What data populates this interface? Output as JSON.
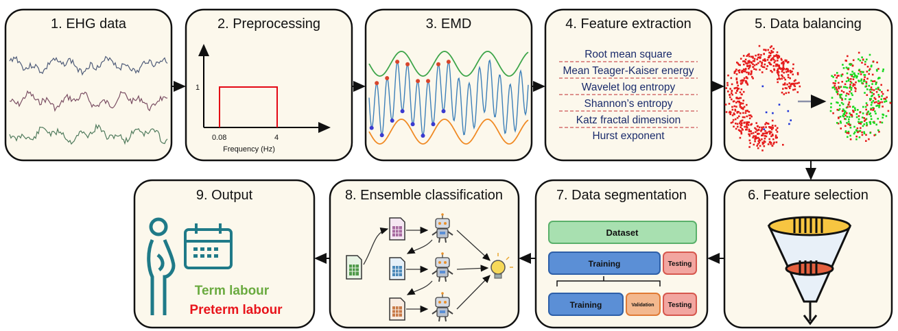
{
  "steps": [
    {
      "title": "1. EHG data"
    },
    {
      "title": "2. Preprocessing"
    },
    {
      "title": "3. EMD"
    },
    {
      "title": "4. Feature extraction"
    },
    {
      "title": "5. Data balancing"
    },
    {
      "title": "6. Feature selection"
    },
    {
      "title": "7. Data segmentation"
    },
    {
      "title": "8. Ensemble classification"
    },
    {
      "title": "9. Output"
    }
  ],
  "preprocessing": {
    "y_tick": "1",
    "x_tick_low": "0.08",
    "x_tick_high": "4",
    "x_label": "Frequency (Hz)"
  },
  "features": [
    "Root mean square",
    "Mean Teager-Kaiser energy",
    "Wavelet log entropy",
    "Shannon’s entropy",
    "Katz fractal dimension",
    "Hurst exponent"
  ],
  "segmentation": {
    "dataset": "Dataset",
    "training": "Training",
    "testing": "Testing",
    "validation": "Validation"
  },
  "output": {
    "term": "Term labour",
    "preterm": "Preterm labour"
  },
  "colors": {
    "box_fill": "#fcf8ec",
    "feature_text": "#1a2b6b",
    "term": "#6aaa3f",
    "preterm": "#e8141b",
    "dataset": "#a8e0b0",
    "training": "#5b8fd6",
    "testing": "#f2a6a0",
    "validation": "#f3b88e"
  }
}
